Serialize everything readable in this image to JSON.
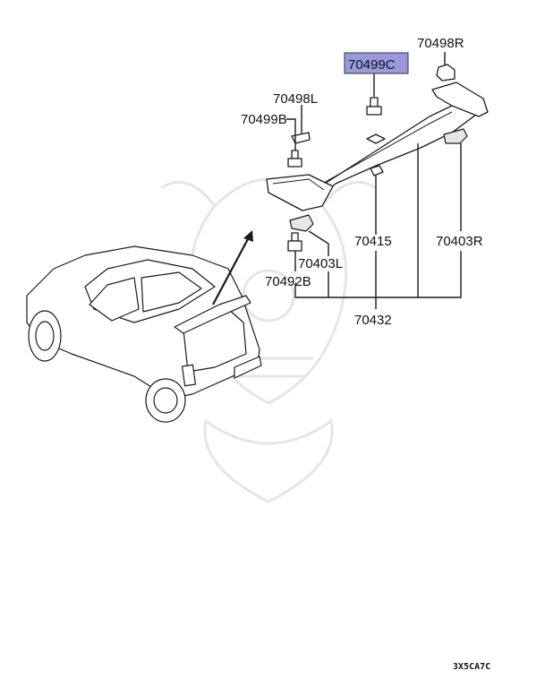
{
  "diagram": {
    "labels": {
      "p70499C": "70499C",
      "p70498R": "70498R",
      "p70498L": "70498L",
      "p70499B": "70499B",
      "p70415": "70415",
      "p70403R": "70403R",
      "p70403L": "70403L",
      "p70492B": "70492B",
      "p70432": "70432"
    },
    "highlight_color": "#9999dd",
    "code": "3X5CA7C"
  }
}
